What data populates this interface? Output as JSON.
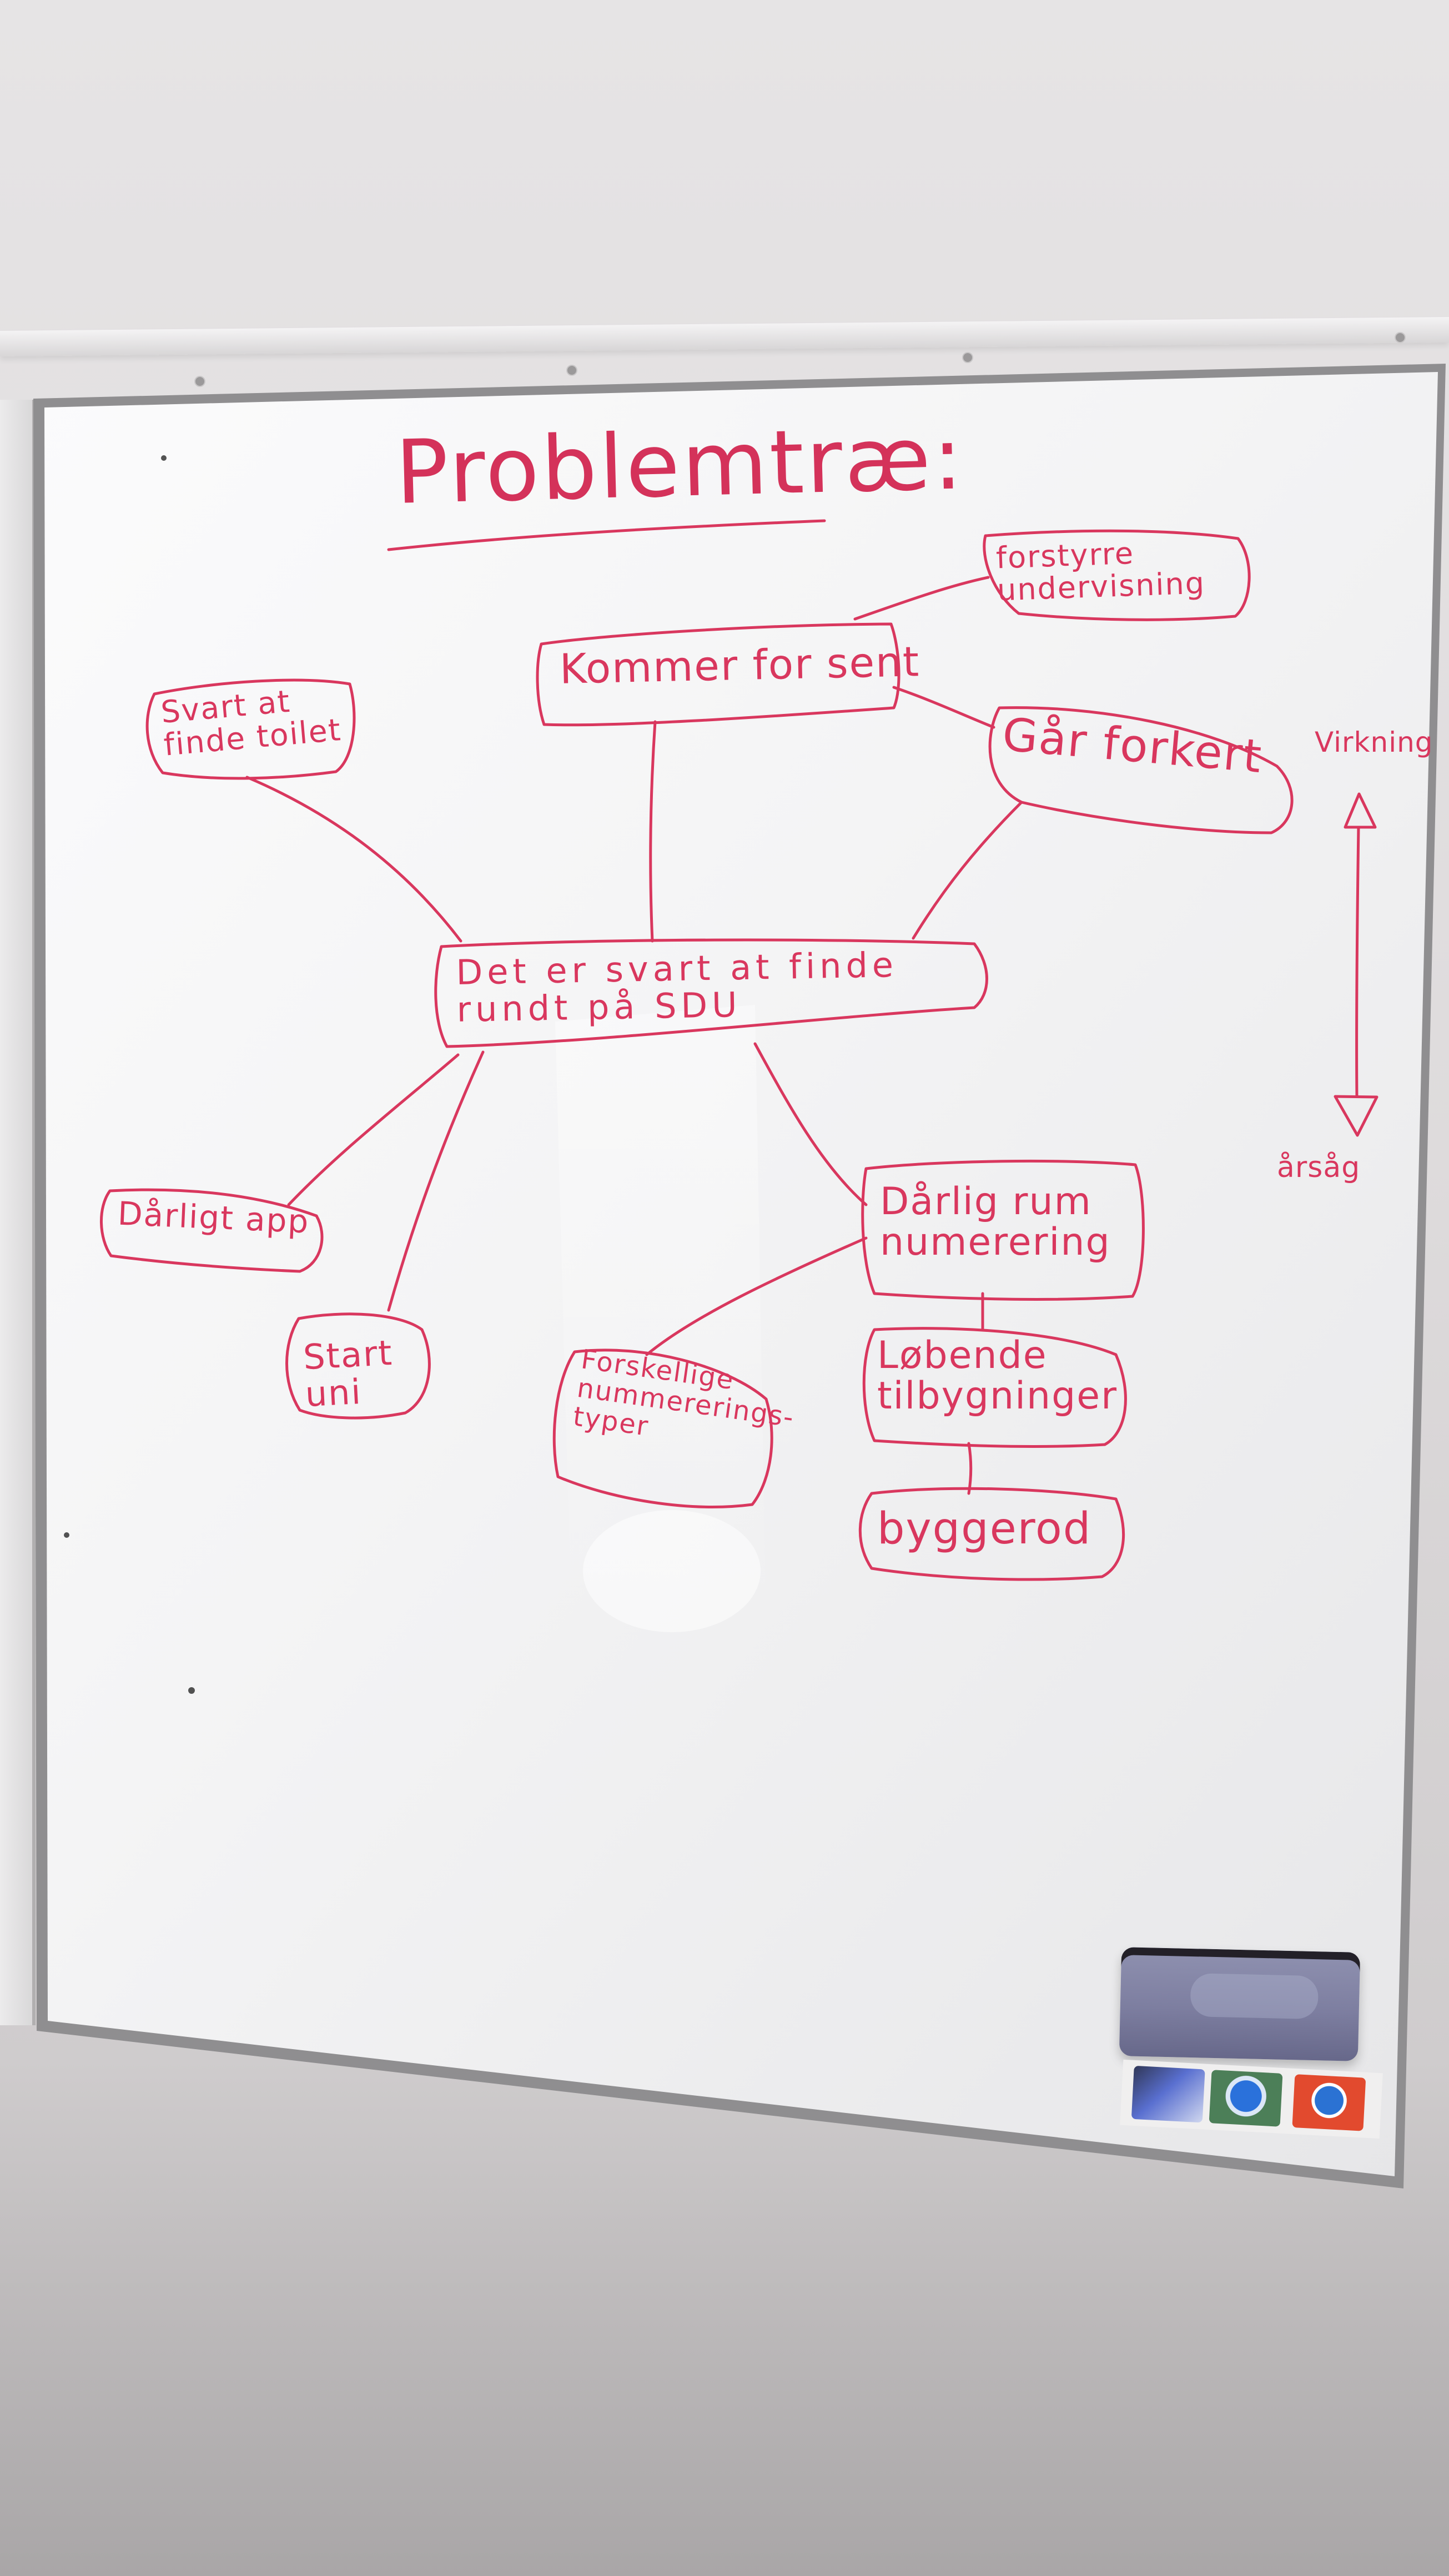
{
  "whiteboard": {
    "title": "Problemtræ:",
    "nodes": {
      "kommer_for_sent": "Kommer for sent",
      "forstyrre_undervisning": "forstyrre\nundervisning",
      "svart_at_finde_toilet": "Svart at\nfinde toilet",
      "gaar_forkert": "Går forkert",
      "main_problem": "Det er svart at finde\nrundt på SDU",
      "daarligt_app": "Dårligt app",
      "start_uni": "Start\nuni",
      "daarlig_rum_numerering": "Dårlig rum\nnumerering",
      "forskellige_nummereringstyper": "Forskellige\nnummererings-\ntyper",
      "loebende_tilbygninger": "Løbende\ntilbygninger",
      "byggerod": "byggerod"
    },
    "axis": {
      "top_label": "Virkning",
      "bottom_label": "årsåg"
    }
  },
  "colors": {
    "ink": "#d9375e",
    "board": "#f6f6f7",
    "frame": "#9f9ea1",
    "wall": "#dedbdc",
    "eraser": "#7d7ea0"
  },
  "decor": {
    "eraser": "whiteboard-eraser",
    "sticker": "cartoon-sticker-strip"
  }
}
